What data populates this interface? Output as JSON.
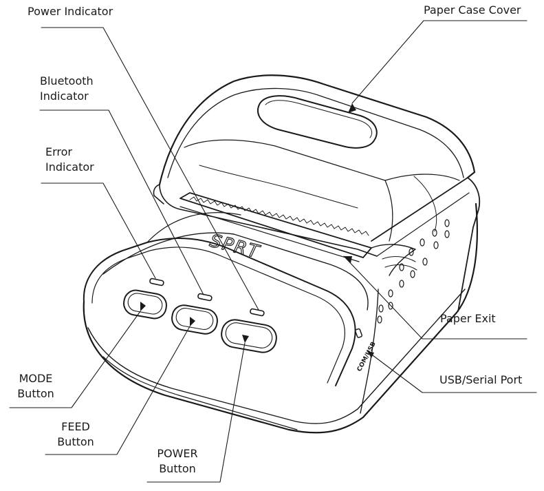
{
  "labels": {
    "power_indicator": [
      "Power Indicator"
    ],
    "paper_case_cover": [
      "Paper Case Cover"
    ],
    "bluetooth_indicator": [
      "Bluetooth",
      "Indicator"
    ],
    "error_indicator": [
      "Error",
      "Indicator"
    ],
    "paper_exit": [
      "Paper Exit"
    ],
    "usb_serial_port": [
      "USB/Serial Port"
    ],
    "mode_button": [
      "MODE",
      "Button"
    ],
    "feed_button": [
      "FEED",
      "Button"
    ],
    "power_button": [
      "POWER",
      "Button"
    ]
  },
  "device": {
    "brand": "SPRT",
    "port_marking": "COM/USB"
  },
  "colors": {
    "line": "#1a1a1a",
    "background": "#ffffff"
  }
}
